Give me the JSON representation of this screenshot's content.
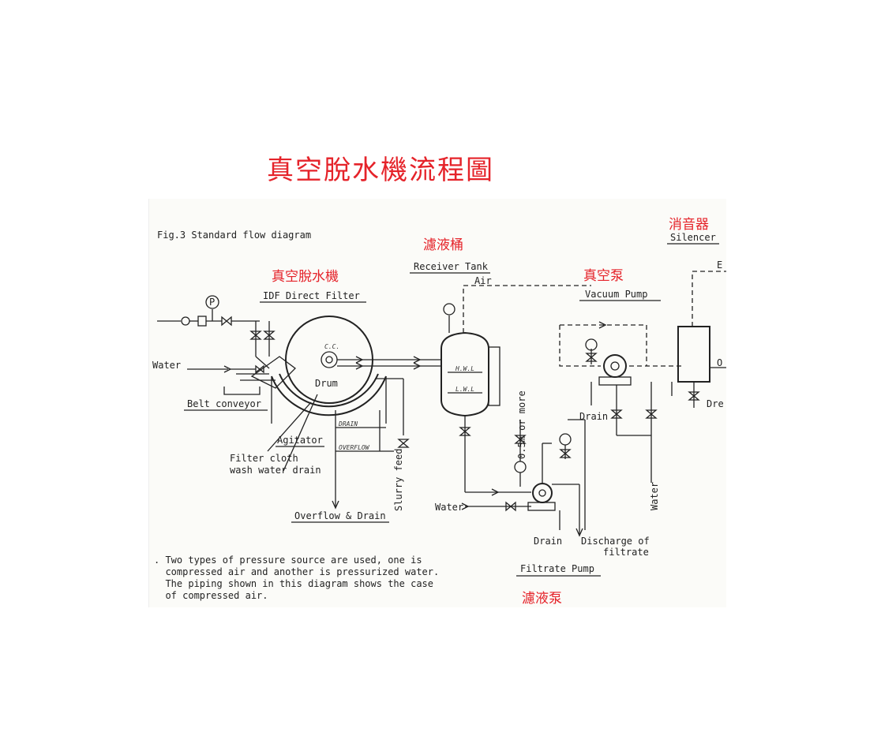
{
  "title_cn": "真空脫水機流程圖",
  "fig_caption": "Fig.3 Standard flow diagram",
  "labels_cn": {
    "filter": "真空脫水機",
    "receiver": "濾液桶",
    "vacuum": "真空泵",
    "silencer": "消音器",
    "filtrate_pump": "濾液泵"
  },
  "labels_en": {
    "idf_filter": "IDF Direct Filter",
    "receiver_tank": "Receiver Tank",
    "air": "Air",
    "vacuum_pump": "Vacuum Pump",
    "silencer": "Silencer",
    "water_left": "Water",
    "drum": "Drum",
    "belt_conveyor": "Belt conveyor",
    "agitator": "Agitator",
    "drain_small": "DRAIN",
    "overflow_small": "OVERFLOW",
    "filter_cloth_1": "Filter cloth",
    "filter_cloth_2": "wash water drain",
    "overflow_drain": "Overflow & Drain",
    "slurry_feed": "Slurry feed",
    "water_pump": "Water",
    "height_note": "0.5m or more",
    "drain_vacuum": "Drain",
    "water_right": "Water",
    "drain_bottom": "Drain",
    "discharge_1": "Discharge of",
    "discharge_2": "filtrate",
    "filtrate_pump": "Filtrate Pump",
    "drain_right": "Dre",
    "edge_e": "E",
    "edge_o": "O",
    "gauge_p": "P"
  },
  "notes": [
    ". Two types of pressure source are used, one is",
    "  compressed air and another is pressurized water.",
    "  The piping shown in this diagram shows the case",
    "  of compressed air."
  ],
  "colors": {
    "annotation": "#e5232a",
    "ink": "#222222",
    "paper": "#fbfbf8"
  }
}
